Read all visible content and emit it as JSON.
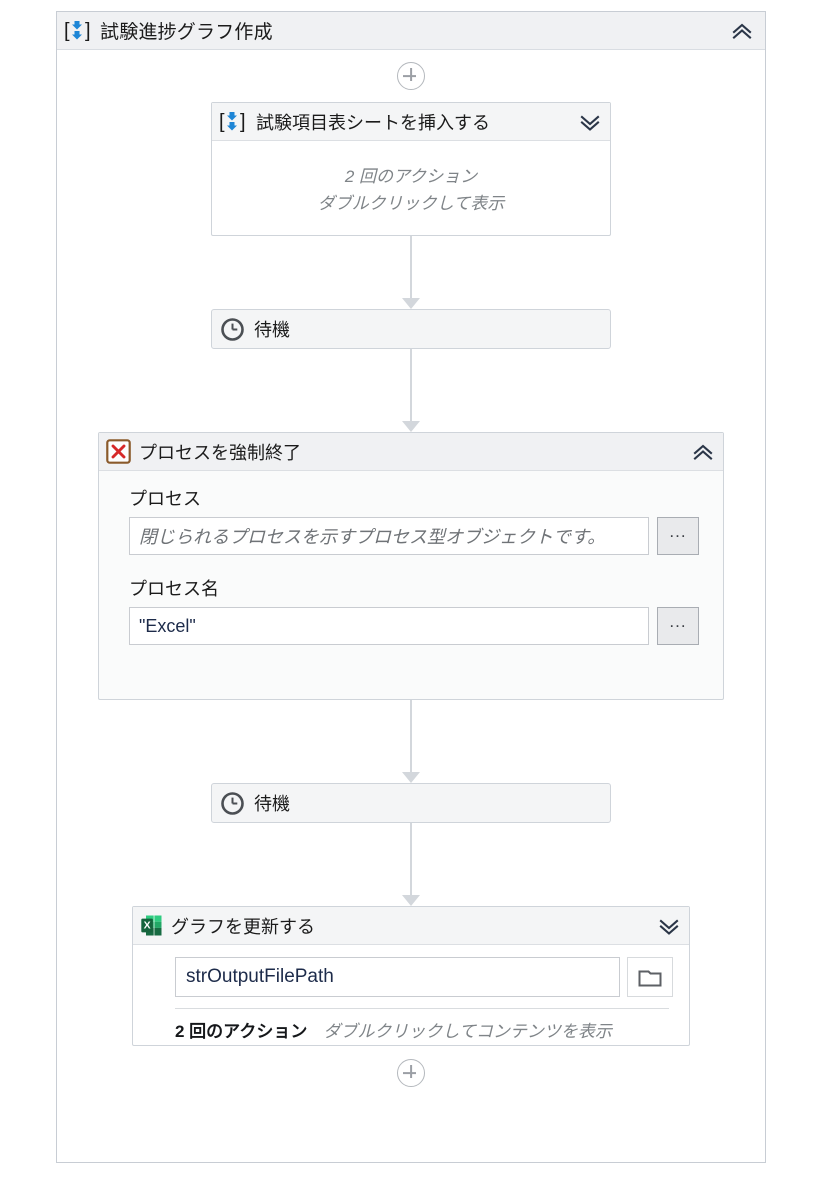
{
  "workflow": {
    "root": {
      "icon": "sequence-icon",
      "title": "試験進捗グラフ作成",
      "collapse_icon": "chevron-double-up-icon"
    },
    "top_add_button": {
      "icon": "plus-circle-icon",
      "label": "+"
    },
    "bottom_add_button": {
      "icon": "plus-circle-icon",
      "label": "+"
    },
    "nodes": [
      {
        "type": "sequence",
        "icon": "sequence-icon",
        "title": "試験項目表シートを挿入する",
        "expand_icon": "chevron-double-down-icon",
        "body_lines": [
          "2 回のアクション",
          "ダブルクリックして表示"
        ]
      },
      {
        "type": "wait",
        "icon": "clock-icon",
        "title": "待機"
      },
      {
        "type": "kill-process",
        "icon": "kill-process-icon",
        "title": "プロセスを強制終了",
        "collapse_icon": "chevron-double-up-icon",
        "fields": [
          {
            "label": "プロセス",
            "value": "",
            "placeholder": "閉じられるプロセスを示すプロセス型オブジェクトです。",
            "button": {
              "icon": "ellipsis-icon",
              "label": "..."
            }
          },
          {
            "label": "プロセス名",
            "value": "\"Excel\"",
            "placeholder": "",
            "button": {
              "icon": "ellipsis-icon",
              "label": "..."
            }
          }
        ]
      },
      {
        "type": "wait",
        "icon": "clock-icon",
        "title": "待機"
      },
      {
        "type": "excel-process-scope",
        "icon": "excel-icon",
        "title": "グラフを更新する",
        "expand_icon": "chevron-double-down-icon",
        "field": {
          "value": "strOutputFilePath",
          "button": {
            "icon": "folder-icon"
          }
        },
        "footer": {
          "count": "2 回のアクション",
          "hint": "ダブルクリックしてコンテンツを表示"
        }
      }
    ]
  },
  "colors": {
    "canvas": "#ffffff",
    "container_border": "#c8cdd4",
    "header_band": "#f0f1f3",
    "card_header": "#f4f5f6",
    "connector": "#d3d7dc",
    "chevron": "#2b3648",
    "sequence_arrow_blue": "#1e86d6",
    "kill_red": "#d62828",
    "kill_border": "#8a5a2b",
    "excel_green": "#1f7244",
    "excel_green_light": "#2ecc80",
    "placeholder_text": "#6f7377",
    "value_text": "#1d2b4a",
    "hint_text": "#7f8488"
  }
}
